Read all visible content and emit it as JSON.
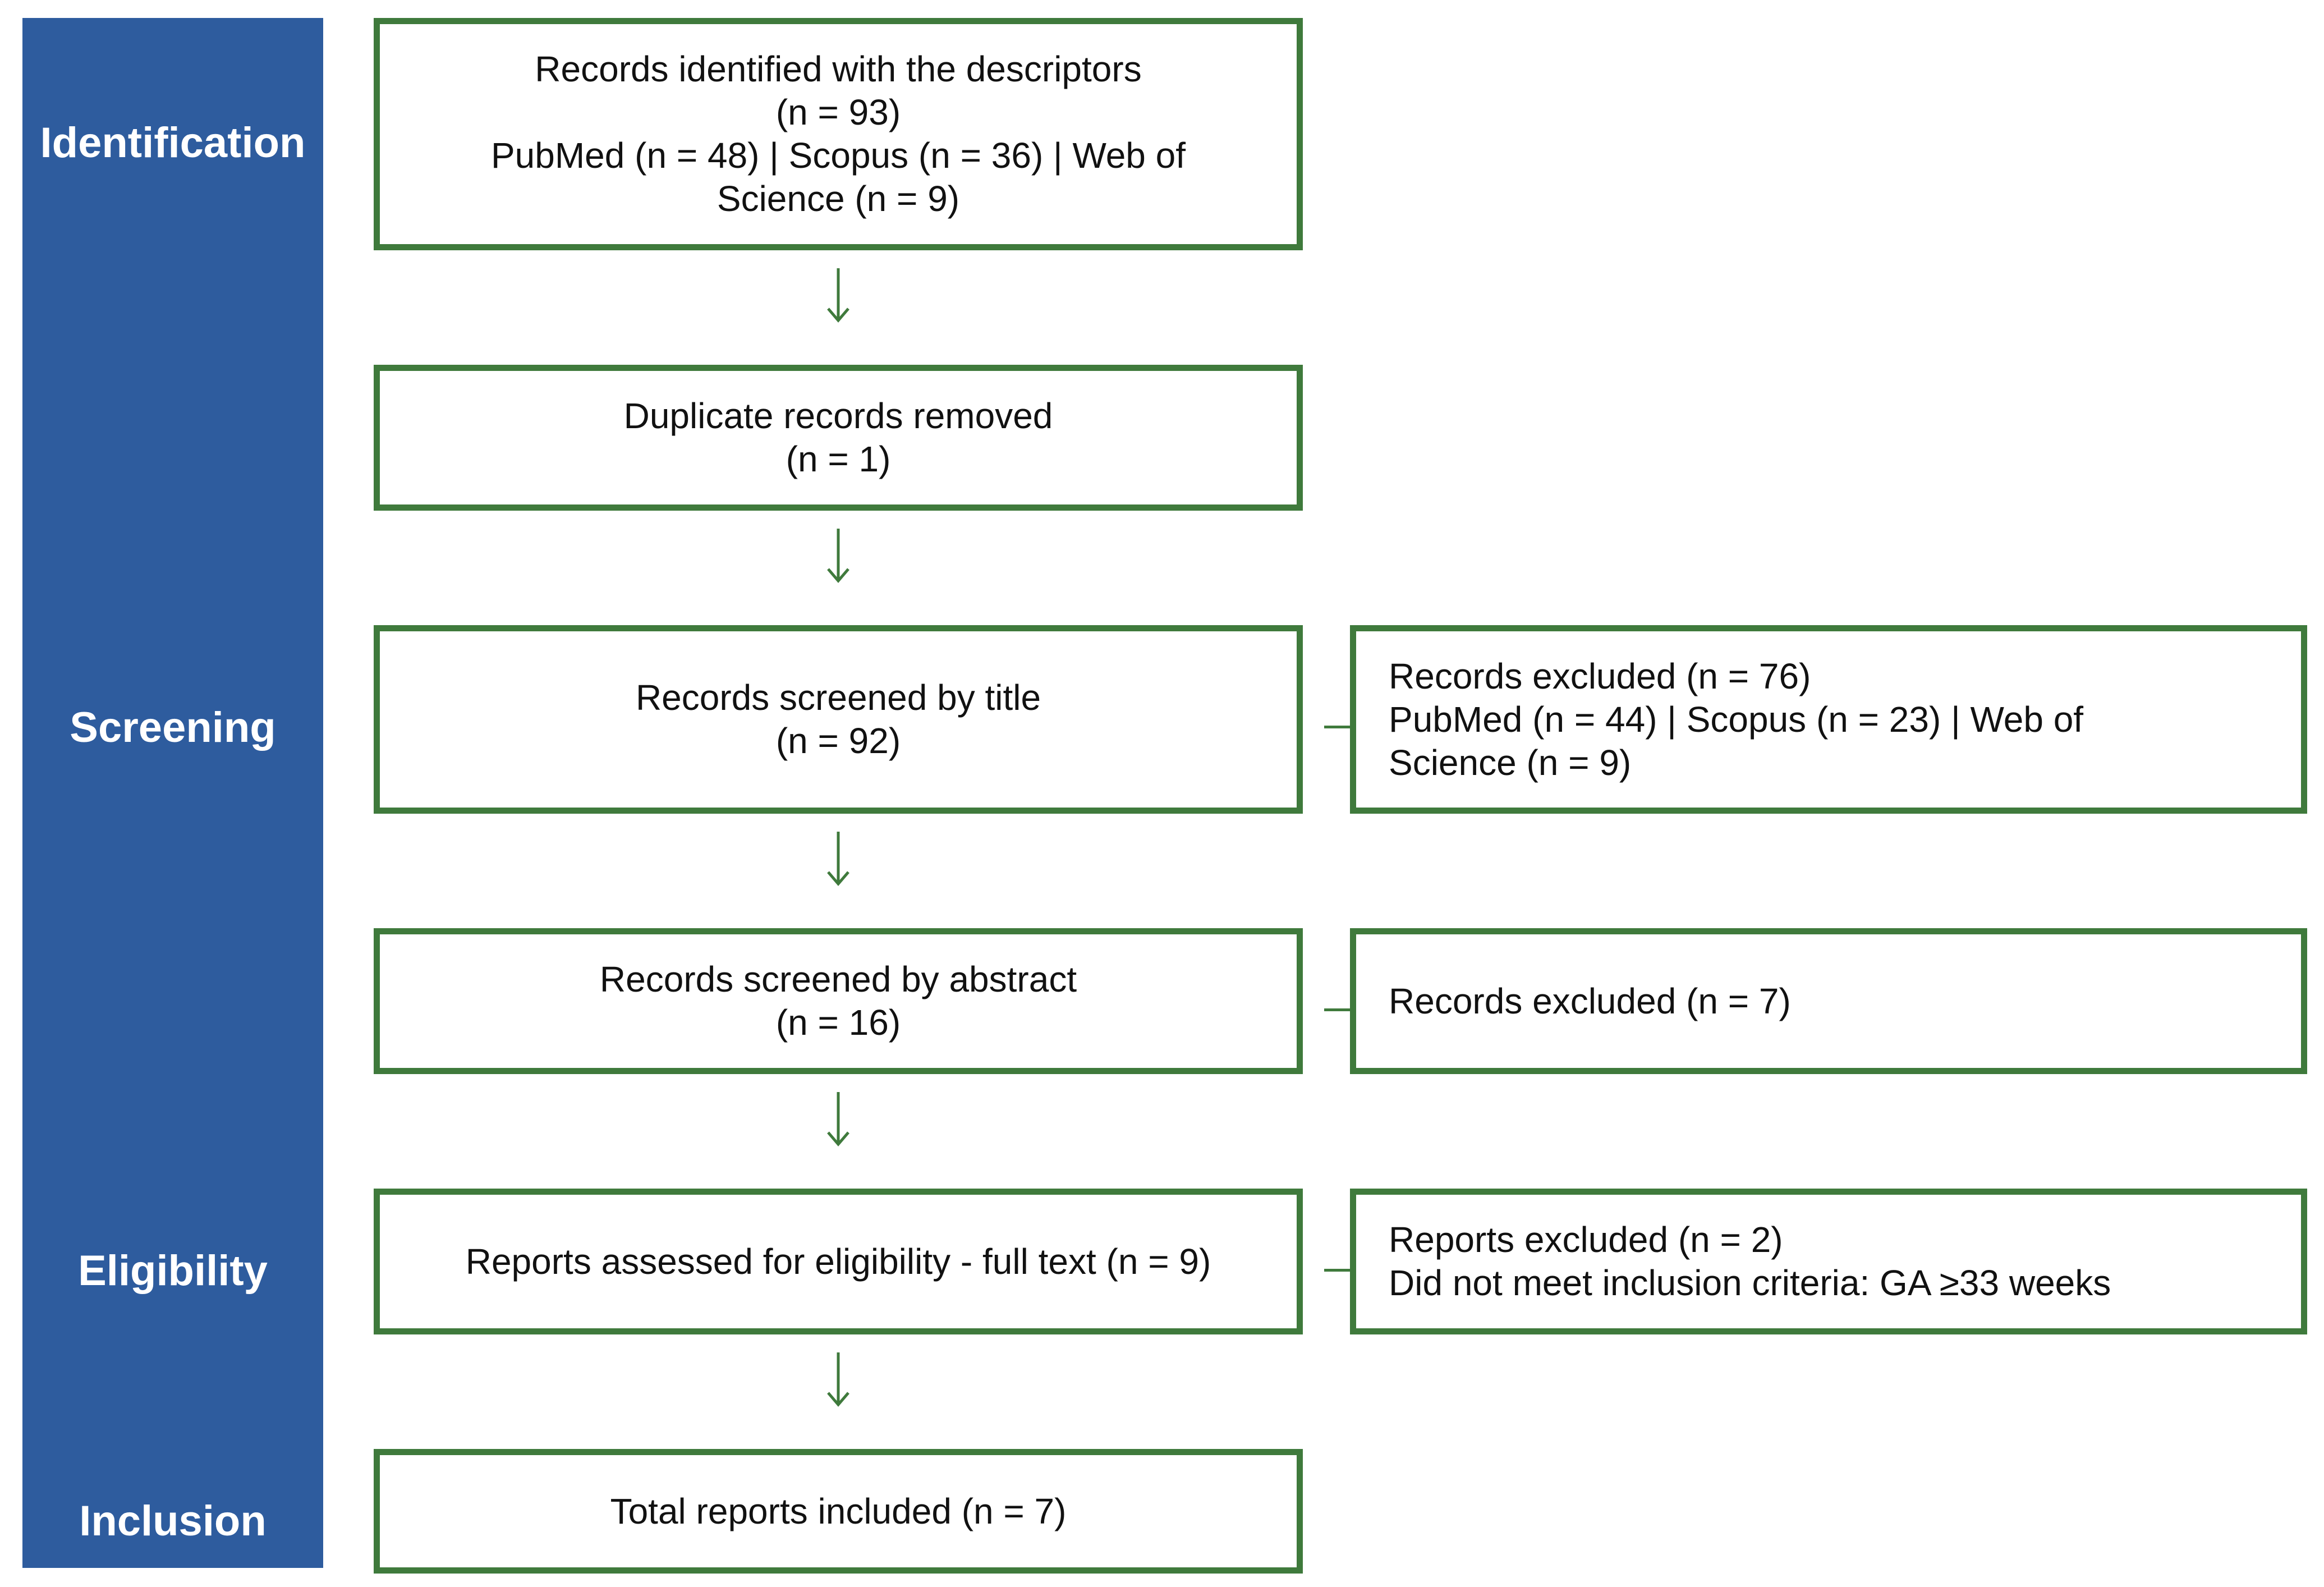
{
  "stages": {
    "identification": "Identification",
    "screening": "Screening",
    "eligibility": "Eligibility",
    "inclusion": "Inclusion"
  },
  "boxes": {
    "identified": {
      "line1": "Records identified with the descriptors",
      "line2": "(n = 93)",
      "line3": "PubMed (n = 48)  |  Scopus (n = 36)  |  Web of",
      "line4": "Science (n = 9)"
    },
    "duplicates": {
      "line1": "Duplicate records removed",
      "line2": "(n = 1)"
    },
    "title_screen": {
      "line1": "Records screened by title",
      "line2": "(n = 92)"
    },
    "title_excluded": {
      "line1": "Records excluded (n = 76)",
      "line2": "PubMed (n = 44)  |  Scopus (n = 23)  |  Web of",
      "line3": "Science (n = 9)"
    },
    "abstract_screen": {
      "line1": "Records screened by abstract",
      "line2": "(n = 16)"
    },
    "abstract_excluded": {
      "line1": "Records excluded (n = 7)"
    },
    "eligibility": {
      "line1": "Reports assessed for eligibility - full text (n = 9)"
    },
    "eligibility_excluded": {
      "line1": "Reports excluded (n = 2)",
      "line2": "Did not meet inclusion criteria: GA ≥33 weeks"
    },
    "included": {
      "line1": "Total reports included (n = 7)"
    }
  },
  "colors": {
    "sidebar": "#2e5c9e",
    "box_border": "#3f7a3c",
    "arrow": "#3f7a3c"
  }
}
